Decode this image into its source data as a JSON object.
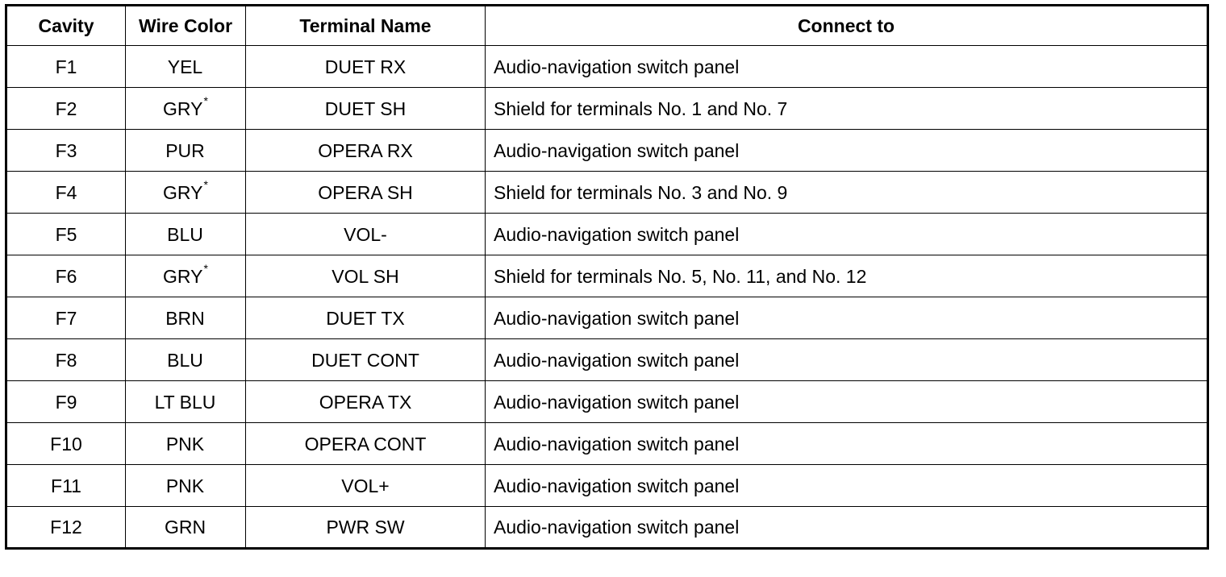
{
  "table": {
    "headers": [
      "Cavity",
      "Wire Color",
      "Terminal Name",
      "Connect to"
    ],
    "rows": [
      {
        "cavity": "F1",
        "wire_color": "YEL",
        "wire_mark": "",
        "terminal": "DUET RX",
        "connect_to": "Audio-navigation switch panel"
      },
      {
        "cavity": "F2",
        "wire_color": "GRY",
        "wire_mark": "*",
        "terminal": "DUET SH",
        "connect_to": "Shield for terminals No. 1 and No. 7"
      },
      {
        "cavity": "F3",
        "wire_color": "PUR",
        "wire_mark": "",
        "terminal": "OPERA RX",
        "connect_to": "Audio-navigation switch panel"
      },
      {
        "cavity": "F4",
        "wire_color": "GRY",
        "wire_mark": "*",
        "terminal": "OPERA SH",
        "connect_to": "Shield for terminals No. 3 and No. 9"
      },
      {
        "cavity": "F5",
        "wire_color": "BLU",
        "wire_mark": "",
        "terminal": "VOL-",
        "connect_to": "Audio-navigation switch panel"
      },
      {
        "cavity": "F6",
        "wire_color": "GRY",
        "wire_mark": "*",
        "terminal": "VOL SH",
        "connect_to": "Shield for terminals No. 5, No. 11, and No. 12"
      },
      {
        "cavity": "F7",
        "wire_color": "BRN",
        "wire_mark": "",
        "terminal": "DUET TX",
        "connect_to": "Audio-navigation switch panel"
      },
      {
        "cavity": "F8",
        "wire_color": "BLU",
        "wire_mark": "",
        "terminal": "DUET CONT",
        "connect_to": "Audio-navigation switch panel"
      },
      {
        "cavity": "F9",
        "wire_color": "LT BLU",
        "wire_mark": "",
        "terminal": "OPERA TX",
        "connect_to": "Audio-navigation switch panel"
      },
      {
        "cavity": "F10",
        "wire_color": "PNK",
        "wire_mark": "",
        "terminal": "OPERA CONT",
        "connect_to": "Audio-navigation switch panel"
      },
      {
        "cavity": "F11",
        "wire_color": "PNK",
        "wire_mark": "",
        "terminal": "VOL+",
        "connect_to": "Audio-navigation switch panel"
      },
      {
        "cavity": "F12",
        "wire_color": "GRN",
        "wire_mark": "",
        "terminal": "PWR SW",
        "connect_to": "Audio-navigation switch panel"
      }
    ]
  }
}
